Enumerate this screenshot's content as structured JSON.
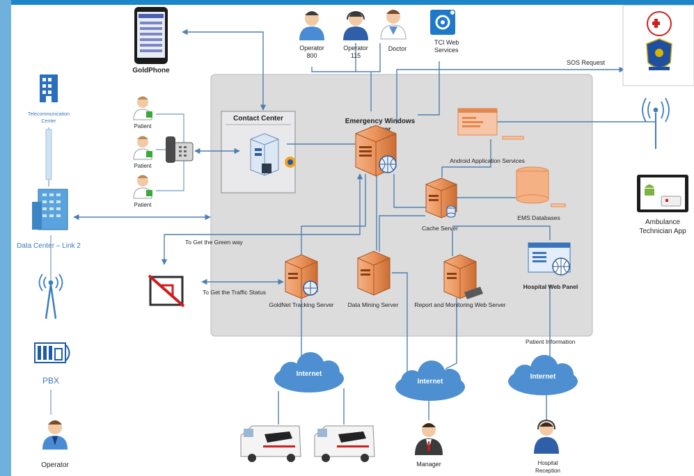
{
  "nodes": {
    "goldphone": "GoldPhone",
    "operator800_line1": "Operator",
    "operator800_line2": "800",
    "operator115_line1": "Operator",
    "operator115_line2": "115",
    "doctor": "Doctor",
    "tci_line1": "TCI Web",
    "tci_line2": "Services",
    "telecom_line1": "Telecommunication",
    "telecom_line2": "Center",
    "patient": "Patient",
    "contact_center": "Contact Center",
    "ews_line1": "Emergency Windows",
    "ews_line2": "Server",
    "android_services": "Android Application Services",
    "cache_server": "Cache Server",
    "ems_databases": "EMS Databases",
    "data_center": "Data Center – Link 2",
    "ambulance_line1": "Ambulance",
    "ambulance_line2": "Technician App",
    "goldnet": "GoldNet Tracking Server",
    "data_mining": "Data Mining Server",
    "report_monitoring": "Report and Monitoring Web Server",
    "hospital_panel": "Hospital Web Panel",
    "pbx": "PBX",
    "operator": "Operator",
    "internet": "Internet",
    "manager": "Manager",
    "hospital_reception_line1": "Hospital",
    "hospital_reception_line2": "Reception"
  },
  "edges": {
    "sos_request": "SOS Request",
    "green_way": "To Get the Green way",
    "traffic_status": "To Get the Traffic Status",
    "patient_information": "Patient Information"
  },
  "colors": {
    "frame_blue": "#1d86c8",
    "side_blue": "#6fb0dc",
    "arrow": "#4f7fae",
    "server_orange": "#e9925a",
    "cloud_blue": "#4d8fd0",
    "zone_gray": "#dcdcdc"
  }
}
